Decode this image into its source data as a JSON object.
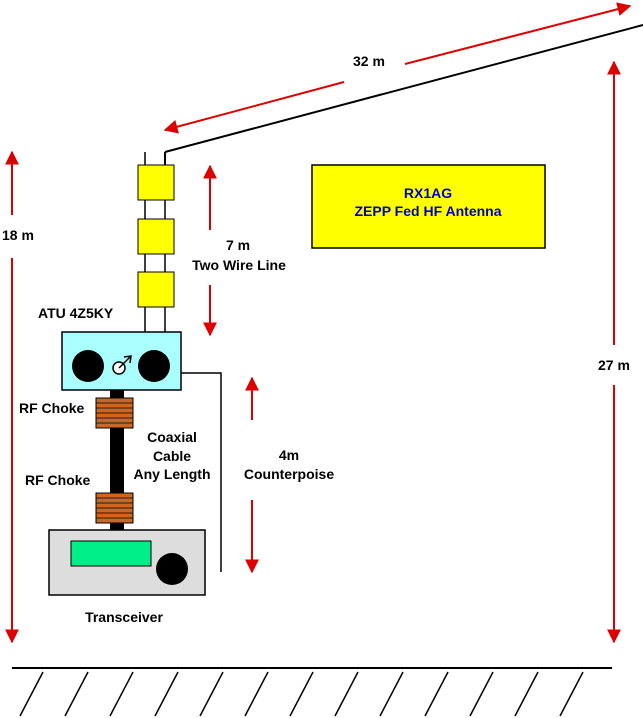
{
  "title_box": {
    "line1": "RX1AG",
    "line2": "ZEPP Fed HF Antenna",
    "fill": "#ffff00",
    "text_color": "#0000cc"
  },
  "labels": {
    "wire_length": "32 m",
    "height_left": "18 m",
    "height_right": "27 m",
    "feedline_length": "7 m",
    "feedline_type": "Two Wire Line",
    "atu": "ATU 4Z5KY",
    "choke_top": "RF Choke",
    "choke_bottom": "RF Choke",
    "coax_line1": "Coaxial",
    "coax_line2": "Cable",
    "coax_line3": "Any Length",
    "counterpoise_length": "4m",
    "counterpoise": "Counterpoise",
    "transceiver": "Transceiver"
  },
  "colors": {
    "dimension_arrows": "#dd0000",
    "atu_box": "#aaffff",
    "insulator": "#ffff00",
    "choke": "#cc6622",
    "transceiver_body": "#dddddd",
    "display": "#00ee88"
  }
}
